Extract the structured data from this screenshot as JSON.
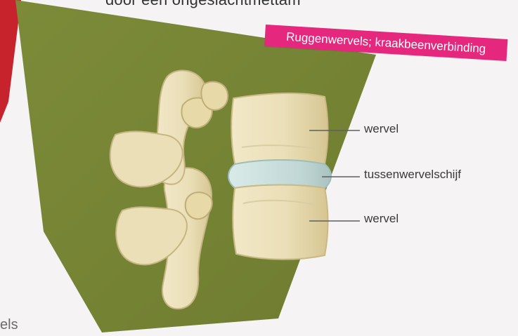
{
  "page": {
    "top_text": "door een ongeslachtmettam",
    "side_text": "els"
  },
  "badge": {
    "text": "Ruggenwervels; kraakbeenverbinding"
  },
  "labels": [
    {
      "text": "wervel"
    },
    {
      "text": "tussenwervelschijf"
    },
    {
      "text": "wervel"
    }
  ],
  "colors": {
    "background": "#f5f3f4",
    "panel": "#7f8d3a",
    "accent_bar": "#c7232d",
    "badge": "#e5287e",
    "bone": "#eadfb7",
    "bone_shadow": "#c8b985",
    "disc": "#bfd6d4"
  }
}
